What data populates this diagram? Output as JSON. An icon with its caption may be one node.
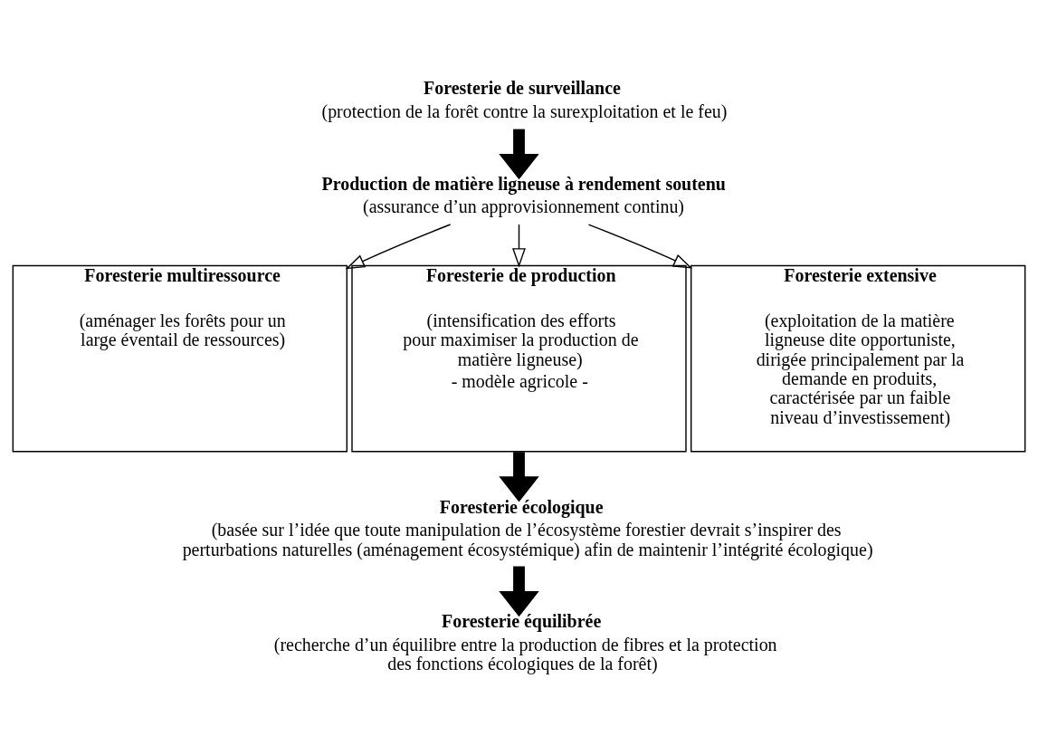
{
  "diagram": {
    "nodes": [
      {
        "text": [
          "Foresterie de surveillance",
          "(protection de la forêt contre la surexploitation et le feu)"
        ]
      },
      {
        "text": [
          "Production de matière ligneuse à rendement soutenu",
          "(assurance d’un approvisionnement continu)"
        ]
      },
      {
        "text": [
          "Foresterie multiressource",
          "(aménager les forêts pour un large éventail de ressources)"
        ]
      },
      {
        "text": [
          "Foresterie de production",
          "(intensification des efforts pour maximiser la production de matière ligneuse)",
          "- modèle agricole -"
        ]
      },
      {
        "text": [
          "Foresterie extensive",
          "(exploitation de la matière ligneuse dite opportuniste, dirigée principalement par la demande en produits, caractérisée par un faible niveau d’investissement)"
        ]
      },
      {
        "text": [
          "Foresterie écologique",
          "(basée sur l’idée que toute manipulation de l’écosystème forestier devrait s’inspirer des perturbations naturelles (aménagement écosystémique) afin de maintenir l’intégrité écologique)"
        ]
      },
      {
        "text": [
          "Foresterie équilibrée",
          "(recherche d’un équilibre entre la production de fibres et la protection des fonctions écologiques de la forêt)"
        ]
      }
    ],
    "edges": [
      {
        "from": 0,
        "to": 1,
        "arrow": "to",
        "style": "thick"
      },
      {
        "from": 1,
        "to": 2,
        "arrow": "to"
      },
      {
        "from": 1,
        "to": 3,
        "arrow": "to"
      },
      {
        "from": 1,
        "to": 4,
        "arrow": "to"
      },
      {
        "from": 3,
        "to": 5,
        "arrow": "to",
        "style": "thick"
      },
      {
        "from": 5,
        "to": 6,
        "arrow": "to",
        "style": "thick"
      }
    ]
  }
}
